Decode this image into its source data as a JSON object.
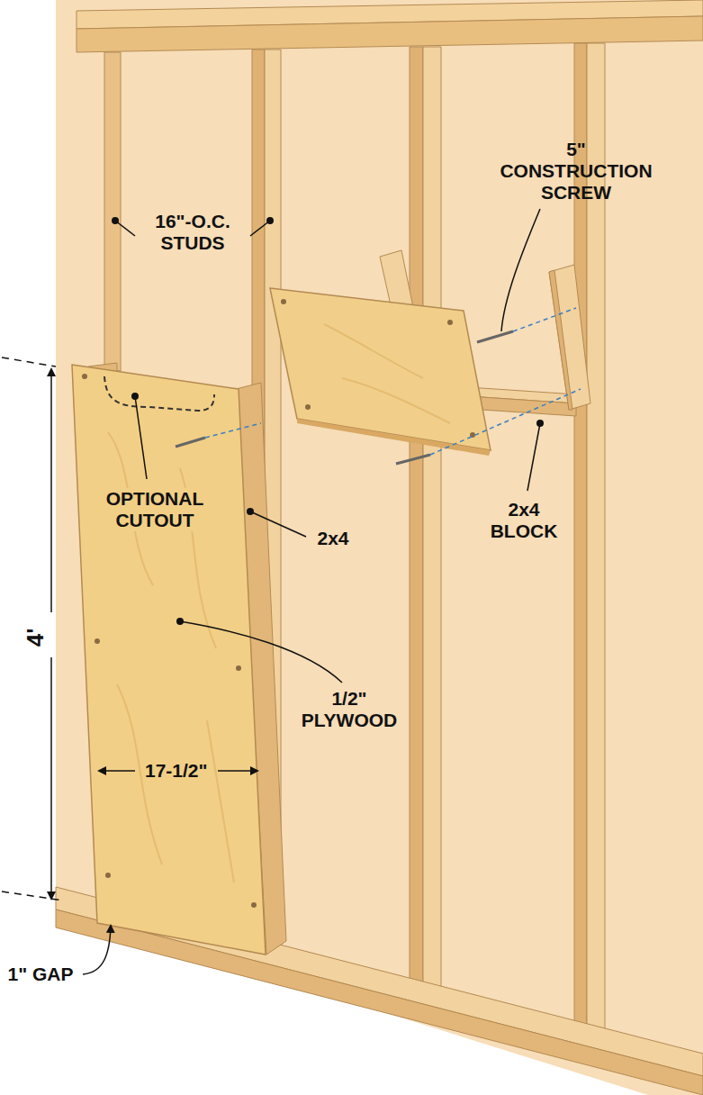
{
  "diagram": {
    "labels": [
      "16\"-O.C. STUDS",
      "5\" CONSTRUCTION SCREW",
      "OPTIONAL CUTOUT",
      "2x4",
      "1/2\" PLYWOOD",
      "2x4 BLOCK",
      "4'",
      "17-1/2\"",
      "1\" GAP"
    ]
  }
}
